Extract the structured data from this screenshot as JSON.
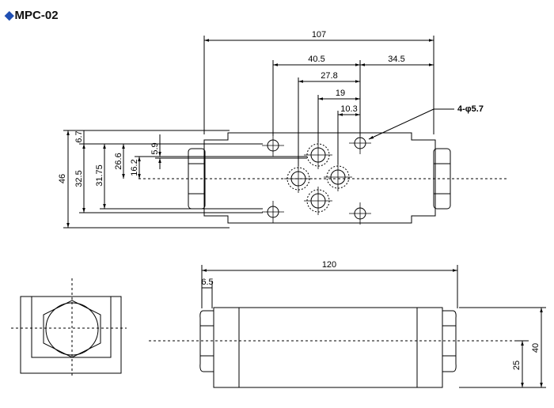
{
  "title": {
    "bullet": "◆",
    "text": "MPC-02"
  },
  "top_view": {
    "dims": {
      "overall_length": "107",
      "d40_5": "40.5",
      "d34_5": "34.5",
      "d27_8": "27.8",
      "d19": "19",
      "d10_3": "10.3",
      "holes": "4-φ5.7",
      "d6_7": "6.7",
      "d5_9": "5.9",
      "d46": "46",
      "d32_5": "32.5",
      "d31_75": "31.75",
      "d26_6": "26.6",
      "d16_2": "16.2"
    }
  },
  "front_view": {
    "dims": {
      "overall_length": "120",
      "d6_5": "6.5",
      "d40": "40",
      "d25": "25"
    }
  }
}
